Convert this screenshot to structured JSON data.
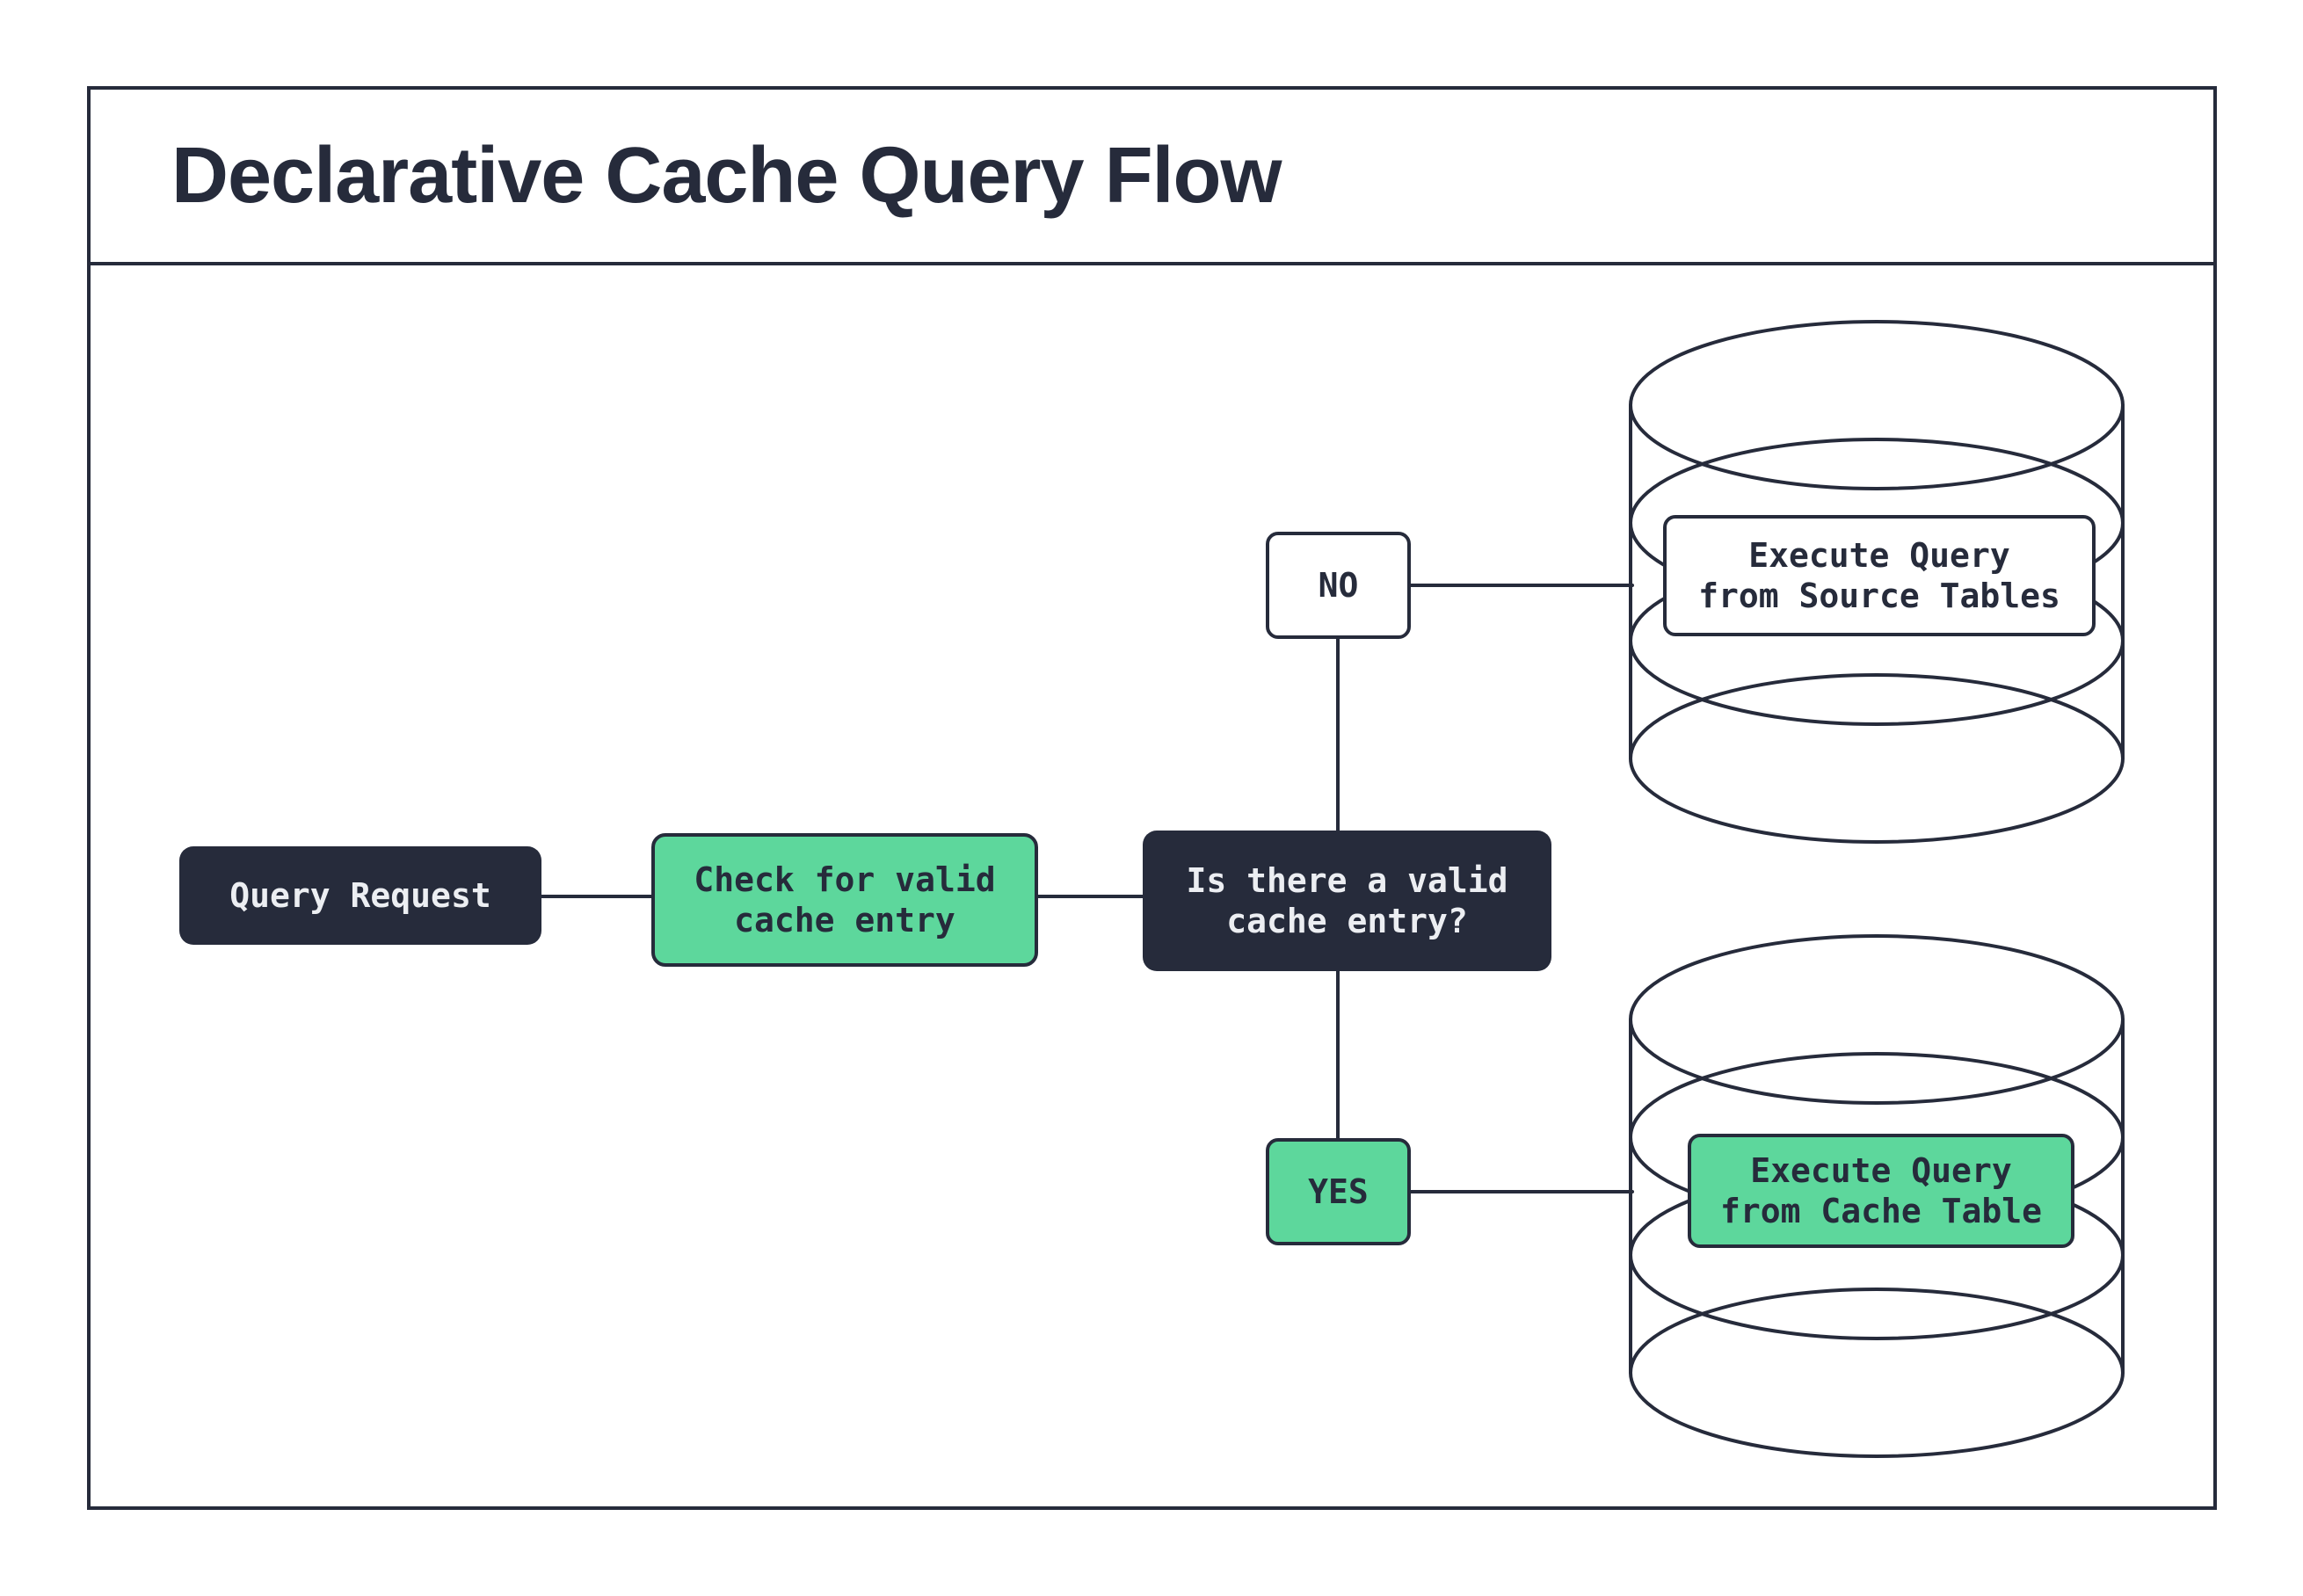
{
  "diagram": {
    "title": "Declarative Cache Query Flow",
    "colors": {
      "outline_dark": "#262b3b",
      "accent_green": "#5dd79c",
      "light_text": "#eceef2",
      "background": "#ffffff"
    },
    "nodes": {
      "query_request": {
        "label": "Query Request"
      },
      "check_cache": {
        "lines": [
          "Check for valid",
          "cache entry"
        ]
      },
      "decision": {
        "lines": [
          "Is there a valid",
          "cache entry?"
        ]
      },
      "no_branch": {
        "label": "NO"
      },
      "yes_branch": {
        "label": "YES"
      },
      "source_db": {
        "lines": [
          "Execute Query",
          "from Source Tables"
        ]
      },
      "cache_db": {
        "lines": [
          "Execute Query",
          "from Cache Table"
        ]
      }
    }
  }
}
